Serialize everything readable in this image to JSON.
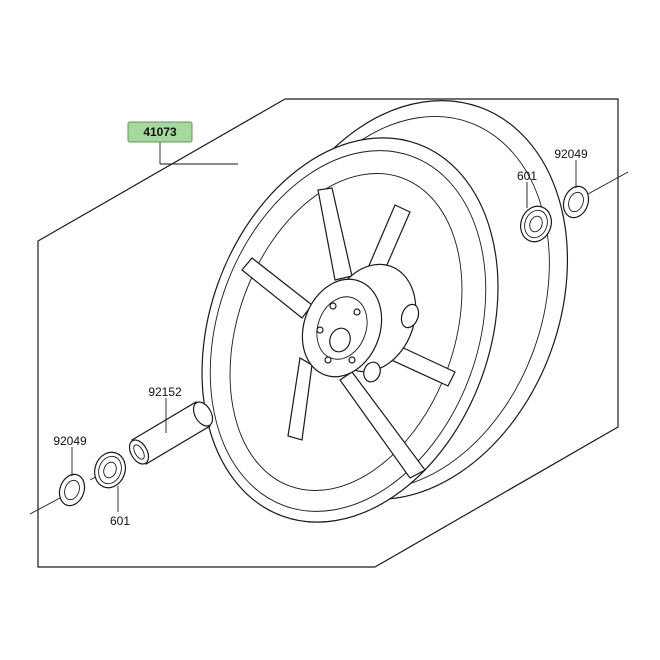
{
  "colors": {
    "line": "#1a1a1a",
    "highlight": "#a8d8a0",
    "highlight_border": "#5a9a55",
    "background": "#ffffff"
  },
  "parts": {
    "wheel_assembly": {
      "number": "41073",
      "highlighted": true
    },
    "seal_right": {
      "number": "92049"
    },
    "bearing_right": {
      "number": "601"
    },
    "spacer": {
      "number": "92152"
    },
    "seal_left": {
      "number": "92049"
    },
    "bearing_left": {
      "number": "601"
    }
  }
}
